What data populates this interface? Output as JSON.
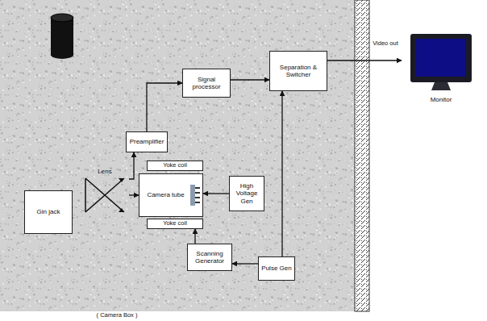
{
  "diagram": {
    "nodes": [
      {
        "text": [
          "Signal processor"
        ]
      },
      {
        "text": [
          "Separation & Switcher"
        ]
      },
      {
        "text": [
          "Monitor"
        ]
      },
      {
        "text": [
          "Preamplifier"
        ]
      },
      {
        "text": [
          "Yoke coil"
        ]
      },
      {
        "text": [
          "Lens"
        ]
      },
      {
        "text": [
          "Camera tube"
        ]
      },
      {
        "text": [
          "High Voltage Gen"
        ]
      },
      {
        "text": [
          "Gin jack"
        ]
      },
      {
        "text": [
          "Yoke coil"
        ]
      },
      {
        "text": [
          "Scanning Generator"
        ]
      },
      {
        "text": [
          "Pulse Gen"
        ]
      }
    ],
    "edges": [
      {
        "from": 3,
        "to": 0,
        "arrow": "to"
      },
      {
        "from": 0,
        "to": 1,
        "arrow": "to"
      },
      {
        "from": 1,
        "to": 2,
        "label": "Video out",
        "arrow": "to"
      },
      {
        "from": 5,
        "to": 6,
        "arrow": "to"
      },
      {
        "from": 5,
        "to": 3,
        "arrow": "to"
      },
      {
        "from": 7,
        "to": 6,
        "arrow": "to"
      },
      {
        "from": 10,
        "to": 9,
        "arrow": "to"
      },
      {
        "from": 11,
        "to": 10,
        "arrow": "to"
      },
      {
        "from": 11,
        "to": 1,
        "arrow": "to"
      }
    ],
    "labels": [
      "( Camera Box )"
    ]
  }
}
